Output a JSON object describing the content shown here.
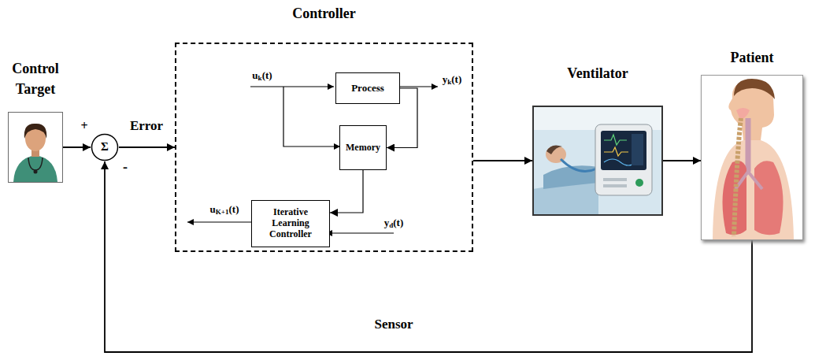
{
  "diagram": {
    "nodes": [
      {
        "text": [
          "Control Target"
        ]
      },
      {
        "text": [
          "Σ"
        ]
      },
      {
        "text": [
          "Controller"
        ]
      },
      {
        "text": [
          "Process"
        ],
        "in": 2
      },
      {
        "text": [
          "Memory"
        ],
        "in": 2
      },
      {
        "text": [
          "Iterative Learning Controller"
        ],
        "in": 2
      },
      {
        "text": [
          "Ventilator"
        ]
      },
      {
        "text": [
          "Patient"
        ]
      }
    ],
    "edges": [
      {
        "from": 0,
        "to": 1,
        "arrow": "to"
      },
      {
        "from": 1,
        "to": 2,
        "arrow": "to"
      },
      {
        "from": 3,
        "to": 4,
        "arrow": "to"
      },
      {
        "from": 4,
        "to": 5,
        "arrow": "to"
      },
      {
        "from": 2,
        "to": 6,
        "arrow": "to"
      },
      {
        "from": 6,
        "to": 7,
        "arrow": "to"
      },
      {
        "from": 7,
        "to": 1,
        "label": "Sensor",
        "arrow": "to"
      }
    ],
    "labels": [
      "+",
      "-",
      "Error",
      "uk(t)",
      "yk(t)",
      "uK+1(t)",
      "yd(t)"
    ]
  }
}
